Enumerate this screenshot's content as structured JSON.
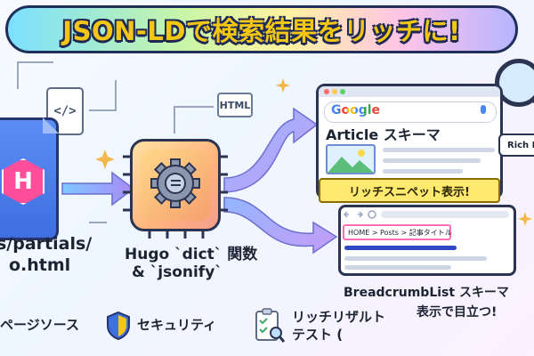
{
  "title": "JSON-LDで検索結果をリッチに!",
  "left_file": {
    "badge": "H",
    "label_line1": "s/partials/",
    "label_line2": "o.html",
    "code_glyph": "</>"
  },
  "process": {
    "label_line1": "Hugo `dict` 関数",
    "label_line2": "& `jsonify`",
    "html_tag": "HTML"
  },
  "serp_card": {
    "logo": "Google",
    "heading": "Article スキーマ",
    "rich_snippet": "リッチスニペット表示!",
    "side_label": "Rich R"
  },
  "breadcrumb_card": {
    "crumb_text": "HOME > Posts > 記事タイトル",
    "label": "BreadcrumbList スキーマ",
    "sublabel": "表示で目立つ!"
  },
  "footer": {
    "item1": "ページソース",
    "item2": "セキュリティ",
    "item3_line1": "リッチリザルト",
    "item3_line2": "テスト ("
  },
  "icons": [
    "hugo-logo-icon",
    "code-file-icon",
    "html-file-icon",
    "gear-icon",
    "image-icon",
    "search-bar-icon",
    "magnifier-icon",
    "shield-icon",
    "clipboard-check-icon",
    "sparkle-icon"
  ],
  "colors": {
    "accent": "#f3c614",
    "outline": "#1e2a55",
    "file": "#4a7df0",
    "highlight": "#ff6fb3",
    "arrow": "#a78bfa"
  }
}
